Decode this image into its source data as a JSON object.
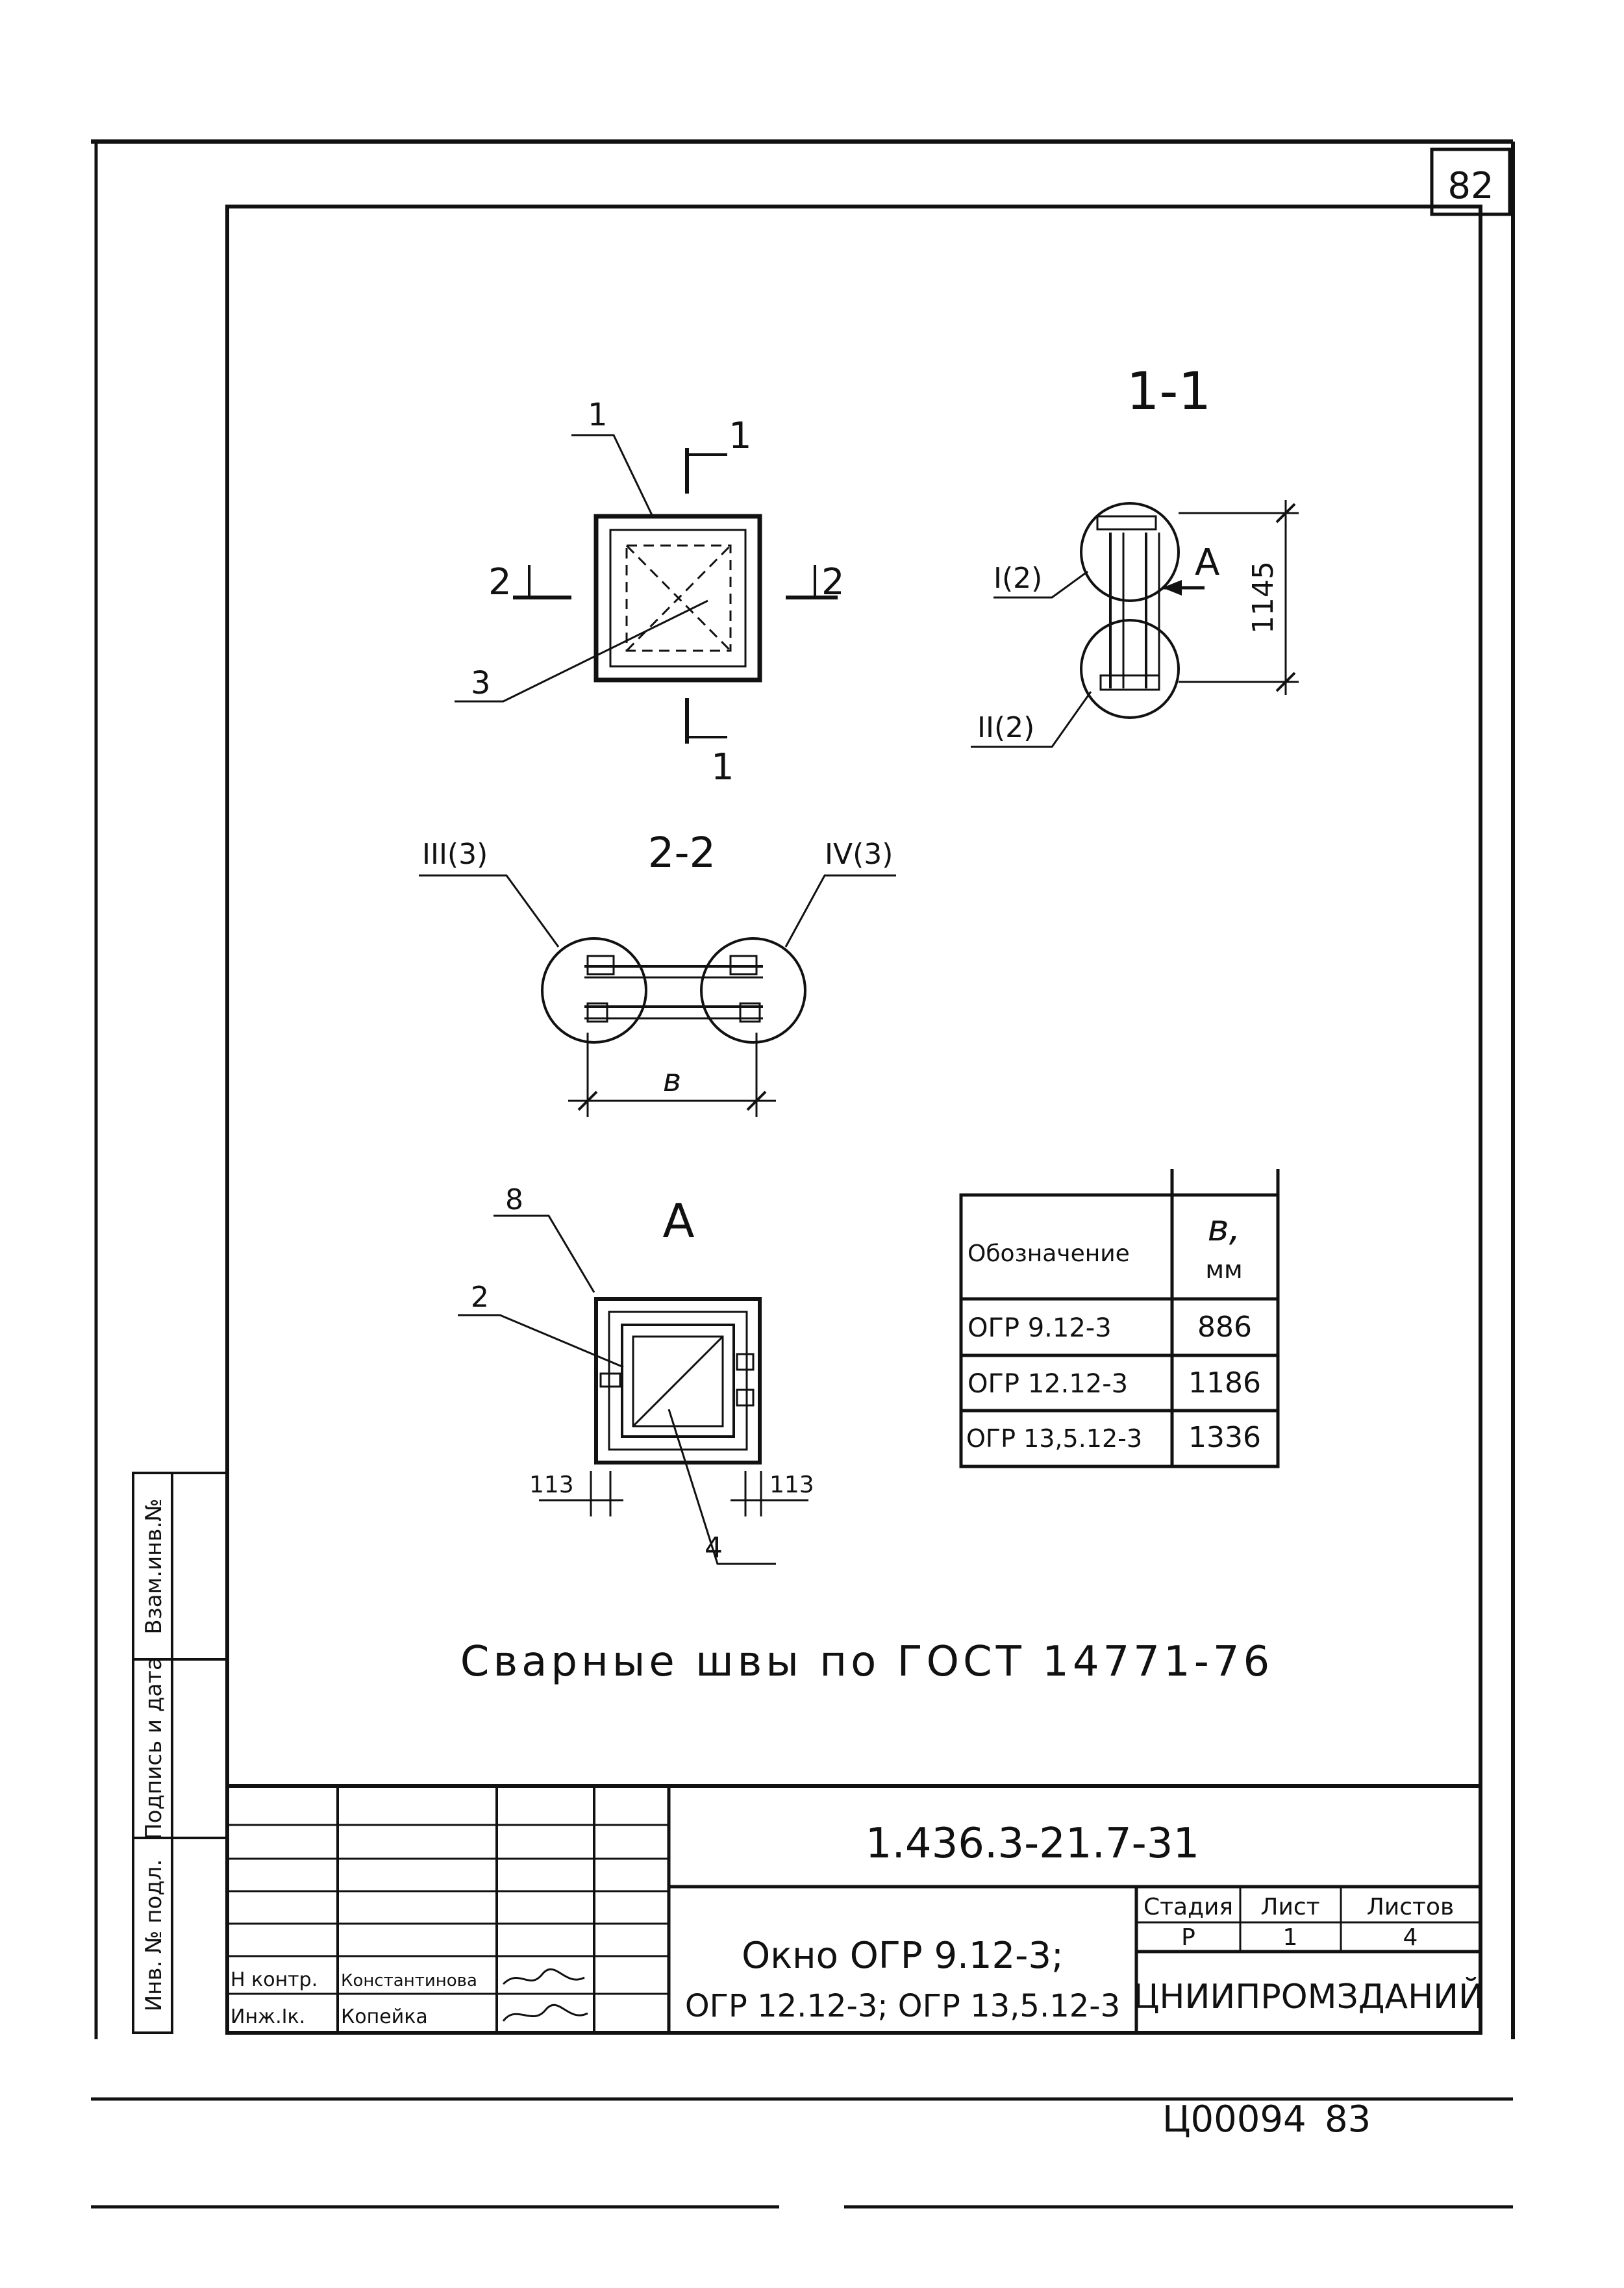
{
  "page_number": "82",
  "sections": {
    "s11": "1-1",
    "s22": "2-2",
    "viewA": "А"
  },
  "plan": {
    "cut1_top": "1",
    "cut1_bottom": "1",
    "cut2_left": "2",
    "cut2_right": "2",
    "callout1": "1",
    "callout3": "3"
  },
  "section11": {
    "node1": "I(2)",
    "node2": "II(2)",
    "arrowA": "А",
    "dim": "1145"
  },
  "section22": {
    "node3": "III(3)",
    "node4": "IV(3)",
    "dim_b": "в"
  },
  "viewA_detail": {
    "callout8": "8",
    "callout2": "2",
    "callout4": "4",
    "dim_left": "113",
    "dim_right": "113"
  },
  "table": {
    "header_name": "Обозначение",
    "header_value": "в,",
    "header_unit": "мм",
    "rows": [
      {
        "name": "ОГР 9.12-3",
        "value": "886"
      },
      {
        "name": "ОГР 12.12-3",
        "value": "1186"
      },
      {
        "name": "ОГР 13,5.12-3",
        "value": "1336"
      }
    ]
  },
  "note": "Сварные швы по ГОСТ 14771-76",
  "side_stamp": {
    "cell1": "Взам.инв.№",
    "cell2": "Подпись и дата",
    "cell3": "Инв. № подл."
  },
  "title_block": {
    "code": "1.436.3-21.7-31",
    "title_line1": "Окно ОГР 9.12-3;",
    "title_line2": "ОГР 12.12-3; ОГР 13,5.12-3",
    "stage_label": "Стадия",
    "stage_value": "Р",
    "sheet_label": "Лист",
    "sheet_value": "1",
    "sheets_label": "Листов",
    "sheets_value": "4",
    "organization": "ЦНИИПРОМЗДАНИЙ",
    "role1": "Н контр.",
    "name1": "Константинова",
    "role2": "Инж.Iк.",
    "name2": "Копейка"
  },
  "footer": {
    "code": "Ц00094",
    "number": "83"
  }
}
